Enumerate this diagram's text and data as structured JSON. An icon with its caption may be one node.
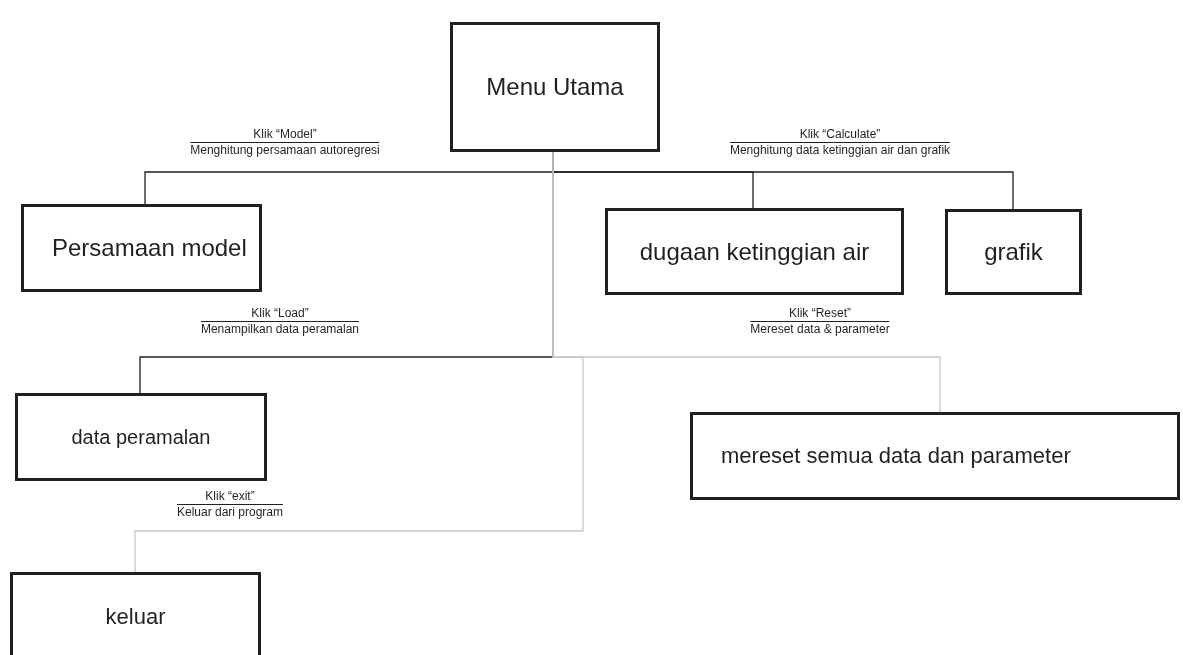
{
  "diagram": {
    "nodes": [
      {
        "text": [
          "Menu Utama"
        ]
      },
      {
        "text": [
          "Persamaan model"
        ]
      },
      {
        "text": [
          "dugaan ketinggian air"
        ]
      },
      {
        "text": [
          "grafik"
        ]
      },
      {
        "text": [
          "data peramalan"
        ]
      },
      {
        "text": [
          "mereset semua data dan parameter"
        ]
      },
      {
        "text": [
          "keluar"
        ]
      }
    ],
    "edges": [
      {
        "from": 0,
        "to": 1,
        "arrow": "none"
      },
      {
        "from": 0,
        "to": 2,
        "arrow": "none"
      },
      {
        "from": 0,
        "to": 3,
        "arrow": "none"
      },
      {
        "from": 0,
        "to": 4,
        "arrow": "none"
      },
      {
        "from": 0,
        "to": 5,
        "arrow": "none",
        "color": "#c8c8c8"
      },
      {
        "from": 0,
        "to": 6,
        "arrow": "none",
        "color": "#c8c8c8"
      }
    ],
    "labels": [
      "Klik “Model”",
      "Menghitung persamaan autoregresi",
      "Klik “Calculate”",
      "Menghitung data ketinggian air dan grafik",
      "Klik “Load”",
      "Menampilkan data peramalan",
      "Klik “Reset”",
      "Mereset data & parameter",
      "Klik “exit”",
      "Keluar dari program"
    ]
  }
}
